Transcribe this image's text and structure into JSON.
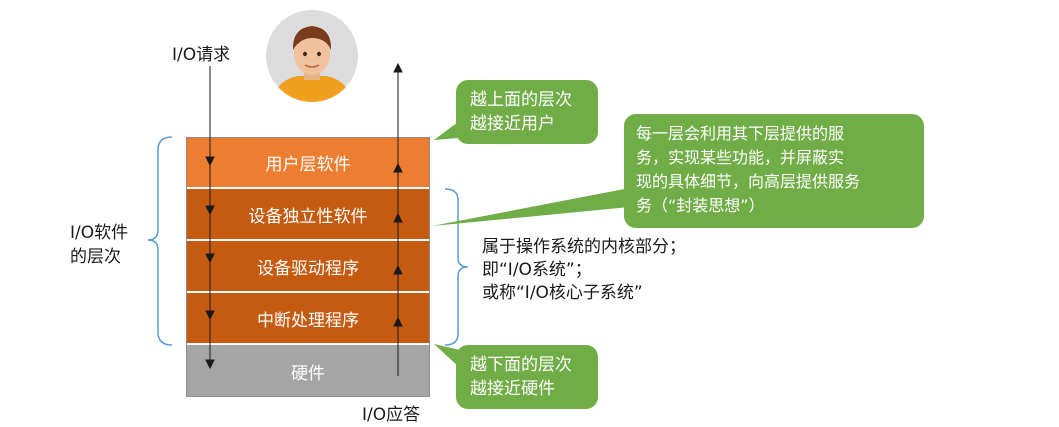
{
  "io_request": "I/O请求",
  "io_response": "I/O应答",
  "side_label": [
    "I/O软件",
    "的层次"
  ],
  "layers": [
    {
      "label": "用户层软件",
      "color": "#ed7d31"
    },
    {
      "label": "设备独立性软件",
      "color": "#c55a11"
    },
    {
      "label": "设备驱动程序",
      "color": "#c55a11"
    },
    {
      "label": "中断处理程序",
      "color": "#c55a11"
    },
    {
      "label": "硬件",
      "color": "#a5a5a5"
    }
  ],
  "bubble_top": [
    "越上面的层次",
    "越接近用户"
  ],
  "bubble_bottom": [
    "越下面的层次",
    "越接近硬件"
  ],
  "bubble_service": [
    "每一层会利用其下层提供的服",
    "务，实现某些功能，并屏蔽实",
    "现的具体细节，向高层提供服务",
    "务（“封装思想”）"
  ],
  "kernel_note": [
    "属于操作系统的内核部分；",
    "即“I/O系统”；",
    "或称“I/O核心子系统”"
  ],
  "avatar": "user-avatar",
  "colors": {
    "bubble": "#70ad47",
    "bracket": "#5b9bd5"
  }
}
